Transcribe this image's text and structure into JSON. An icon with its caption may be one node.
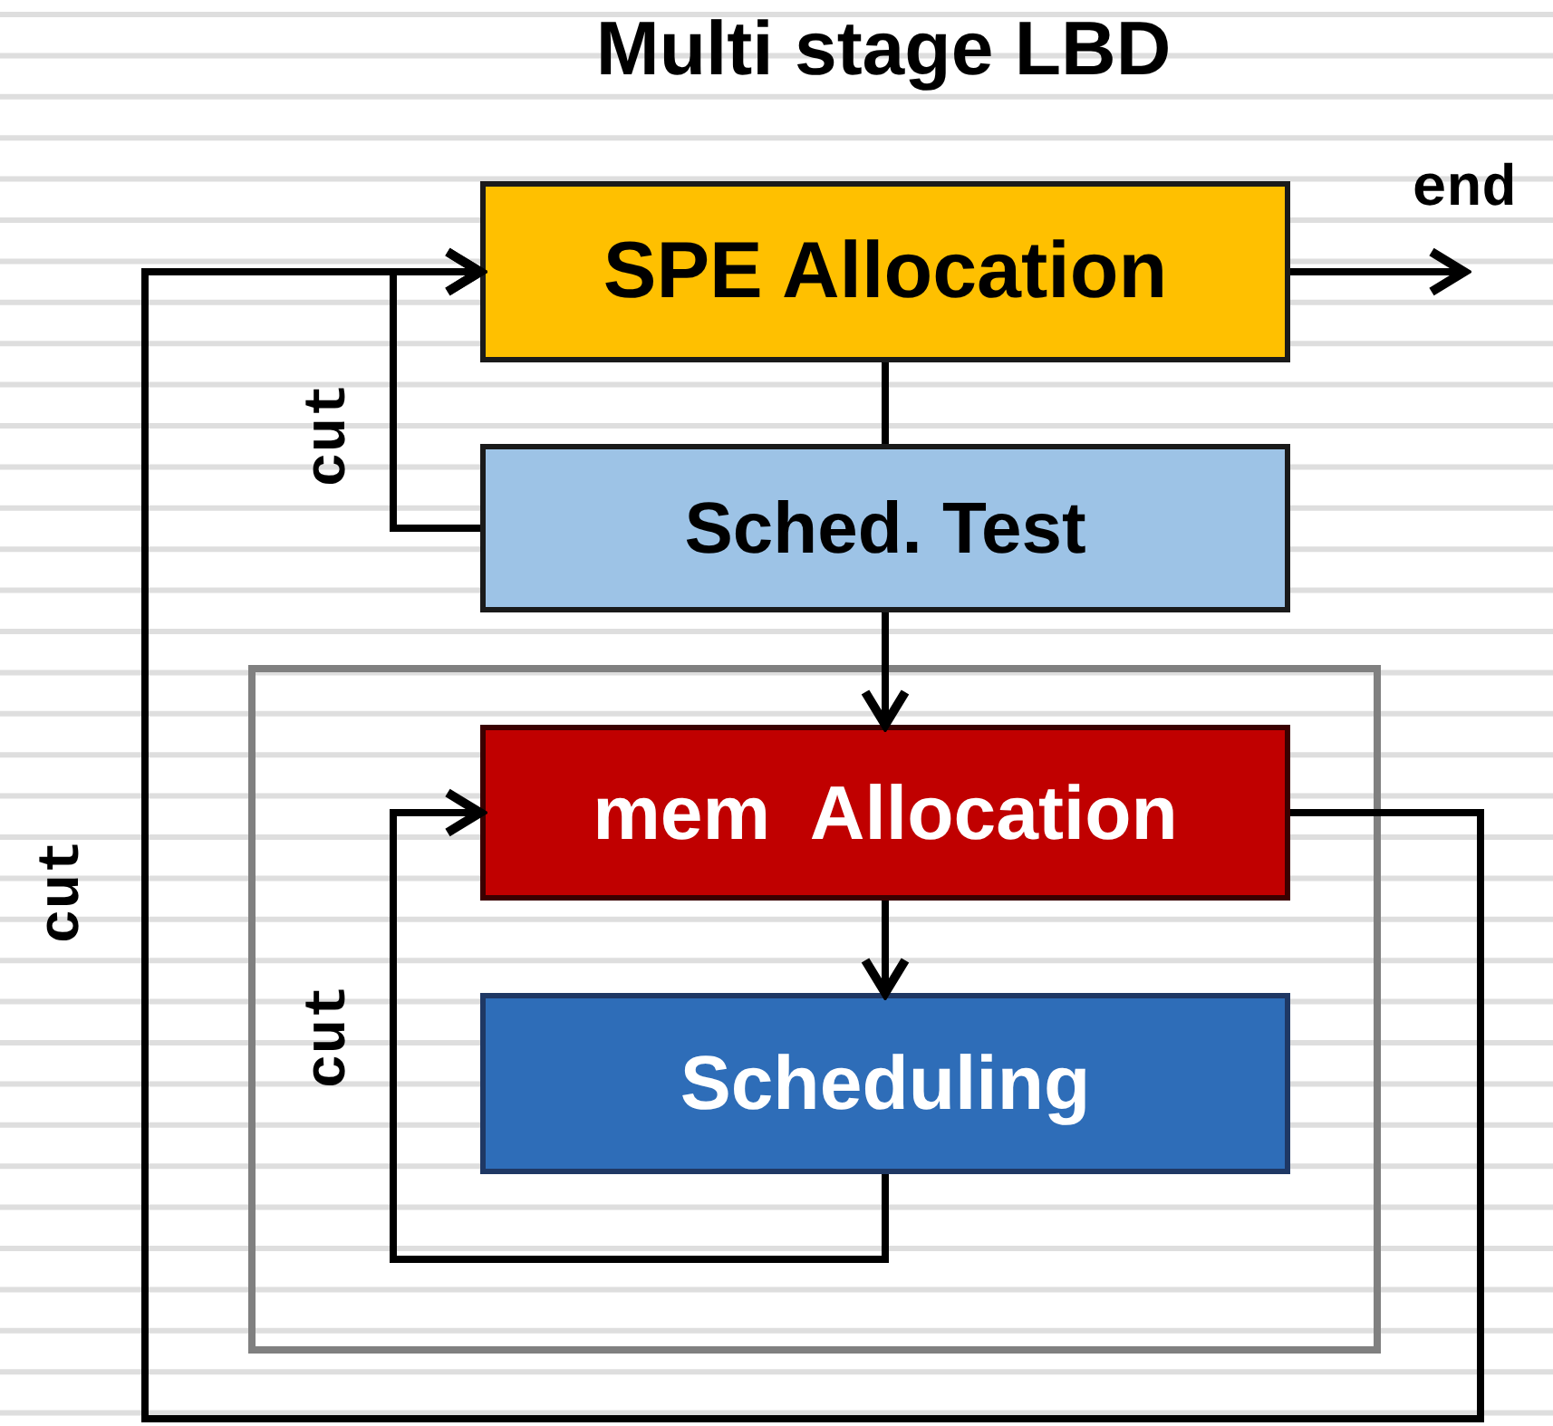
{
  "diagram": {
    "title": "Multi stage LBD",
    "nodes": [
      {
        "text": [
          "SPE Allocation"
        ]
      },
      {
        "text": [
          "Sched. Test"
        ]
      },
      {
        "text": [],
        "shape": "box"
      },
      {
        "text": [
          "mem  Allocation"
        ],
        "in": 2
      },
      {
        "text": [
          "Scheduling"
        ],
        "in": 2
      }
    ],
    "edges": [
      {
        "from": 0,
        "to": 1,
        "arrow": "none"
      },
      {
        "from": 1,
        "to": 0,
        "arrow": "to",
        "label": "cut"
      },
      {
        "from": 1,
        "to": 3,
        "arrow": "to"
      },
      {
        "from": 3,
        "to": 4,
        "arrow": "to"
      },
      {
        "from": 4,
        "to": 3,
        "arrow": "to",
        "label": "cut"
      },
      {
        "from": 3,
        "to": 0,
        "arrow": "to",
        "label": "cut"
      },
      {
        "from": 0,
        "to": null,
        "arrow": "to",
        "label": "end"
      }
    ]
  }
}
